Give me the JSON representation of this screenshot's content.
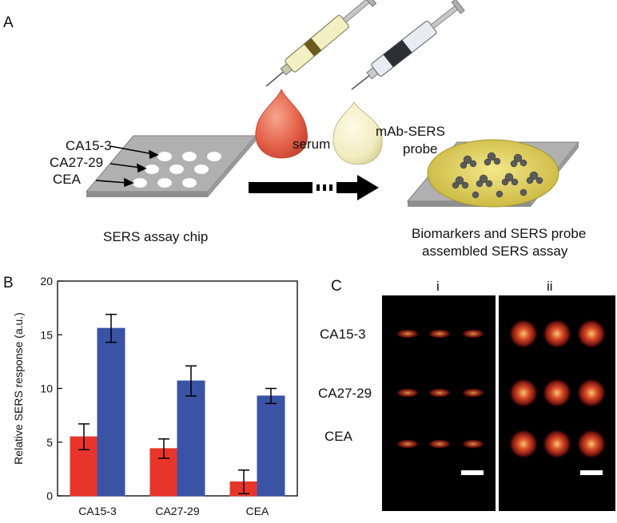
{
  "panel_a": {
    "letter": "A",
    "chip_caption": "SERS assay chip",
    "markers": [
      "CA15-3",
      "CA27-29",
      "CEA"
    ],
    "serum_label": "serum",
    "probe_label_1": "mAb-SERS",
    "probe_label_2": "probe",
    "result_caption_1": "Biomarkers and SERS probe",
    "result_caption_2": "assembled SERS assay"
  },
  "panel_c": {
    "letter": "C",
    "sub_i": "i",
    "sub_ii": "ii",
    "rows": [
      "CA15-3",
      "CA27-29",
      "CEA"
    ]
  },
  "colors": {
    "red": "#e8352b",
    "blue": "#3b53a5"
  },
  "chart_data": {
    "type": "bar",
    "panel_letter": "B",
    "categories": [
      "CA15-3",
      "CA27-29",
      "CEA"
    ],
    "series": [
      {
        "values": [
          5.5,
          4.4,
          1.3
        ],
        "errors": [
          1.2,
          0.9,
          1.1
        ],
        "color": "#e8352b"
      },
      {
        "values": [
          15.6,
          10.7,
          9.3
        ],
        "errors": [
          1.3,
          1.4,
          0.7
        ],
        "color": "#3b53a5"
      }
    ],
    "ylabel": "Relative SERS response (a.u.)",
    "ylim": [
      0,
      20
    ],
    "yticks": [
      0,
      5,
      10,
      15,
      20
    ]
  }
}
